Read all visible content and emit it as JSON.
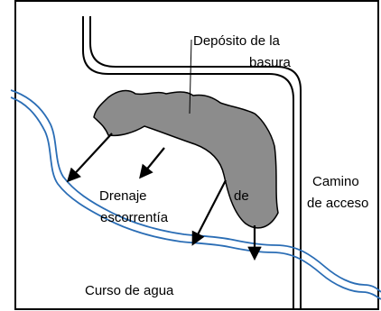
{
  "labels": {
    "deposito_line1": "Depósito de la",
    "deposito_line2": "basura",
    "drenaje": "Drenaje",
    "de": "de",
    "escorrentia": "escorrentía",
    "camino_line1": "Camino",
    "camino_line2": "de acceso",
    "curso": "Curso de agua"
  },
  "colors": {
    "frame": "#000000",
    "road": "#000000",
    "stream": "#2a6db5",
    "deposit_fill": "#8c8c8c",
    "arrow": "#000000"
  }
}
